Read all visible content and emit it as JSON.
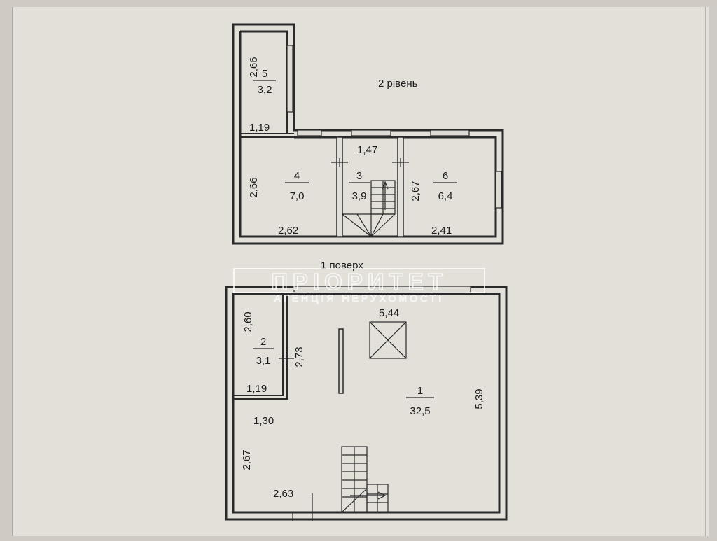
{
  "levels": {
    "upper": "2 рівень",
    "lower": "1 поверх"
  },
  "watermark": {
    "name": "ПРІОРИТЕТ",
    "tagline": "АГЕНЦІЯ НЕРУХОМОСТІ"
  },
  "rooms": {
    "r5": {
      "number": "5",
      "area": "3,2",
      "dim_a": "2,66",
      "dim_b": "1,19"
    },
    "r4": {
      "number": "4",
      "area": "7,0",
      "dim_a": "2,66",
      "dim_b": "2,62"
    },
    "r3": {
      "number": "3",
      "area": "3,9",
      "dim_a": "1,47"
    },
    "r6": {
      "number": "6",
      "area": "6,4",
      "dim_a": "2,67",
      "dim_b": "2,41"
    },
    "r2": {
      "number": "2",
      "area": "3,1",
      "dim_a": "2,60",
      "dim_b": "2,73",
      "dim_c": "1,19"
    },
    "r1": {
      "number": "1",
      "area": "32,5",
      "dim_a": "5,44",
      "dim_b": "5,39",
      "dim_c": "1,30",
      "dim_d": "2,67",
      "dim_e": "2,63"
    }
  }
}
